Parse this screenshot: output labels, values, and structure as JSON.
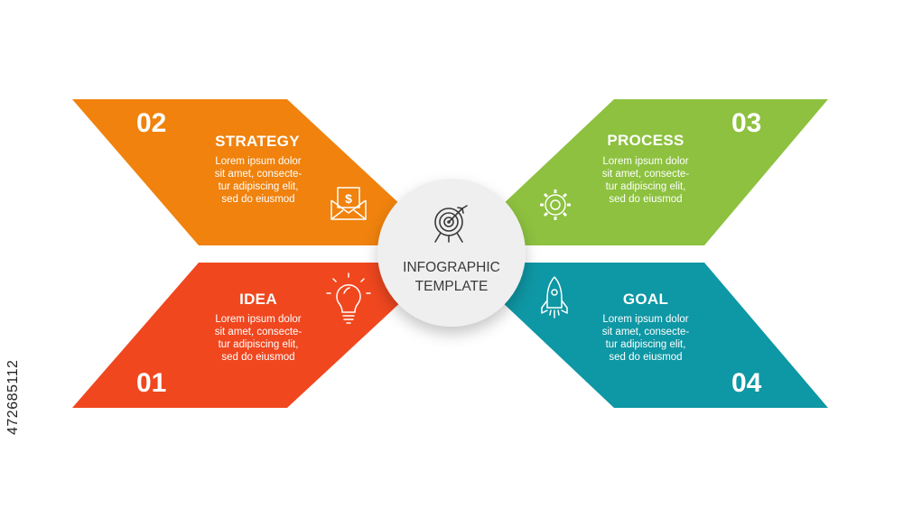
{
  "colors": {
    "strategy": "#F0820D",
    "process": "#8DC13F",
    "idea": "#F0471F",
    "goal": "#0E97A4",
    "circle_fill": "#EFEFEF",
    "circle_text": "#3A3A3A"
  },
  "center": {
    "icon": "target-icon",
    "line1": "INFOGRAPHIC",
    "line2": "TEMPLATE"
  },
  "blocks": {
    "strategy": {
      "number": "02",
      "title": "STRATEGY",
      "lines": [
        "Lorem ipsum dolor",
        "sit amet, consecte-",
        "tur adipiscing elit,",
        "sed do eiusmod"
      ],
      "icon": "money-envelope-icon"
    },
    "process": {
      "number": "03",
      "title": "PROCESS",
      "lines": [
        "Lorem ipsum dolor",
        "sit amet, consecte-",
        "tur adipiscing elit,",
        "sed do eiusmod"
      ],
      "icon": "gear-icon"
    },
    "idea": {
      "number": "01",
      "title": "IDEA",
      "lines": [
        "Lorem ipsum dolor",
        "sit amet, consecte-",
        "tur adipiscing elit,",
        "sed do eiusmod"
      ],
      "icon": "lightbulb-icon"
    },
    "goal": {
      "number": "04",
      "title": "GOAL",
      "lines": [
        "Lorem ipsum dolor",
        "sit amet, consecte-",
        "tur adipiscing elit,",
        "sed do eiusmod"
      ],
      "icon": "rocket-icon"
    }
  },
  "stock_id": "472685112"
}
